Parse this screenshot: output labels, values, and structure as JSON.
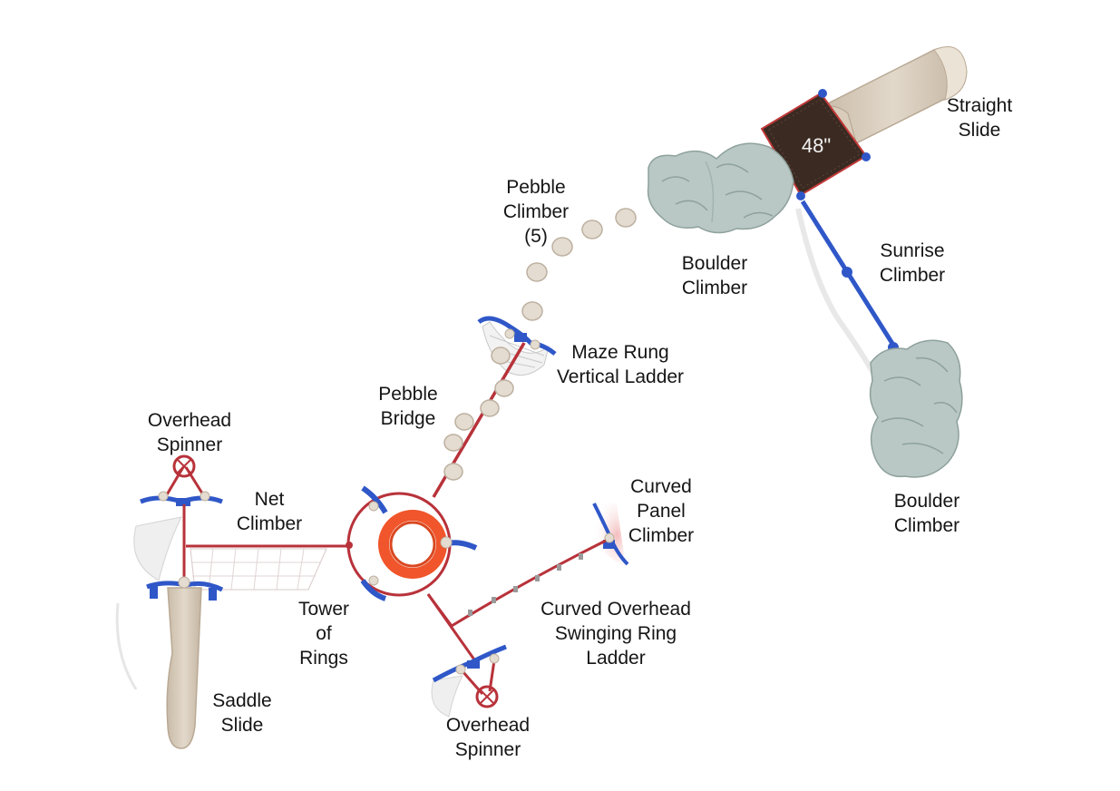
{
  "colors": {
    "post_red": "#b8323a",
    "clamp_blue": "#2f57c8",
    "slide_tan": "#d8cdbd",
    "boulder_gray": "#b9c8c4",
    "orange": "#f0552b",
    "platform_dark": "#3b2a22"
  },
  "platform": {
    "height_label": "48\""
  },
  "labels": {
    "straight_slide": [
      "Straight",
      "Slide"
    ],
    "pebble_climber": [
      "Pebble",
      "Climber",
      "(5)"
    ],
    "boulder_climber_top": [
      "Boulder",
      "Climber"
    ],
    "sunrise_climber": [
      "Sunrise",
      "Climber"
    ],
    "maze_rung": [
      "Maze Rung",
      "Vertical Ladder"
    ],
    "pebble_bridge": [
      "Pebble",
      "Bridge"
    ],
    "overhead_spinner_left": [
      "Overhead",
      "Spinner"
    ],
    "net_climber": [
      "Net",
      "Climber"
    ],
    "boulder_climber_bottom": [
      "Boulder",
      "Climber"
    ],
    "curved_panel": [
      "Curved",
      "Panel",
      "Climber"
    ],
    "tower_of_rings": [
      "Tower",
      "of",
      "Rings"
    ],
    "curved_overhead": [
      "Curved Overhead",
      "Swinging Ring",
      "Ladder"
    ],
    "saddle_slide": [
      "Saddle",
      "Slide"
    ],
    "overhead_spinner_bottom": [
      "Overhead",
      "Spinner"
    ]
  }
}
